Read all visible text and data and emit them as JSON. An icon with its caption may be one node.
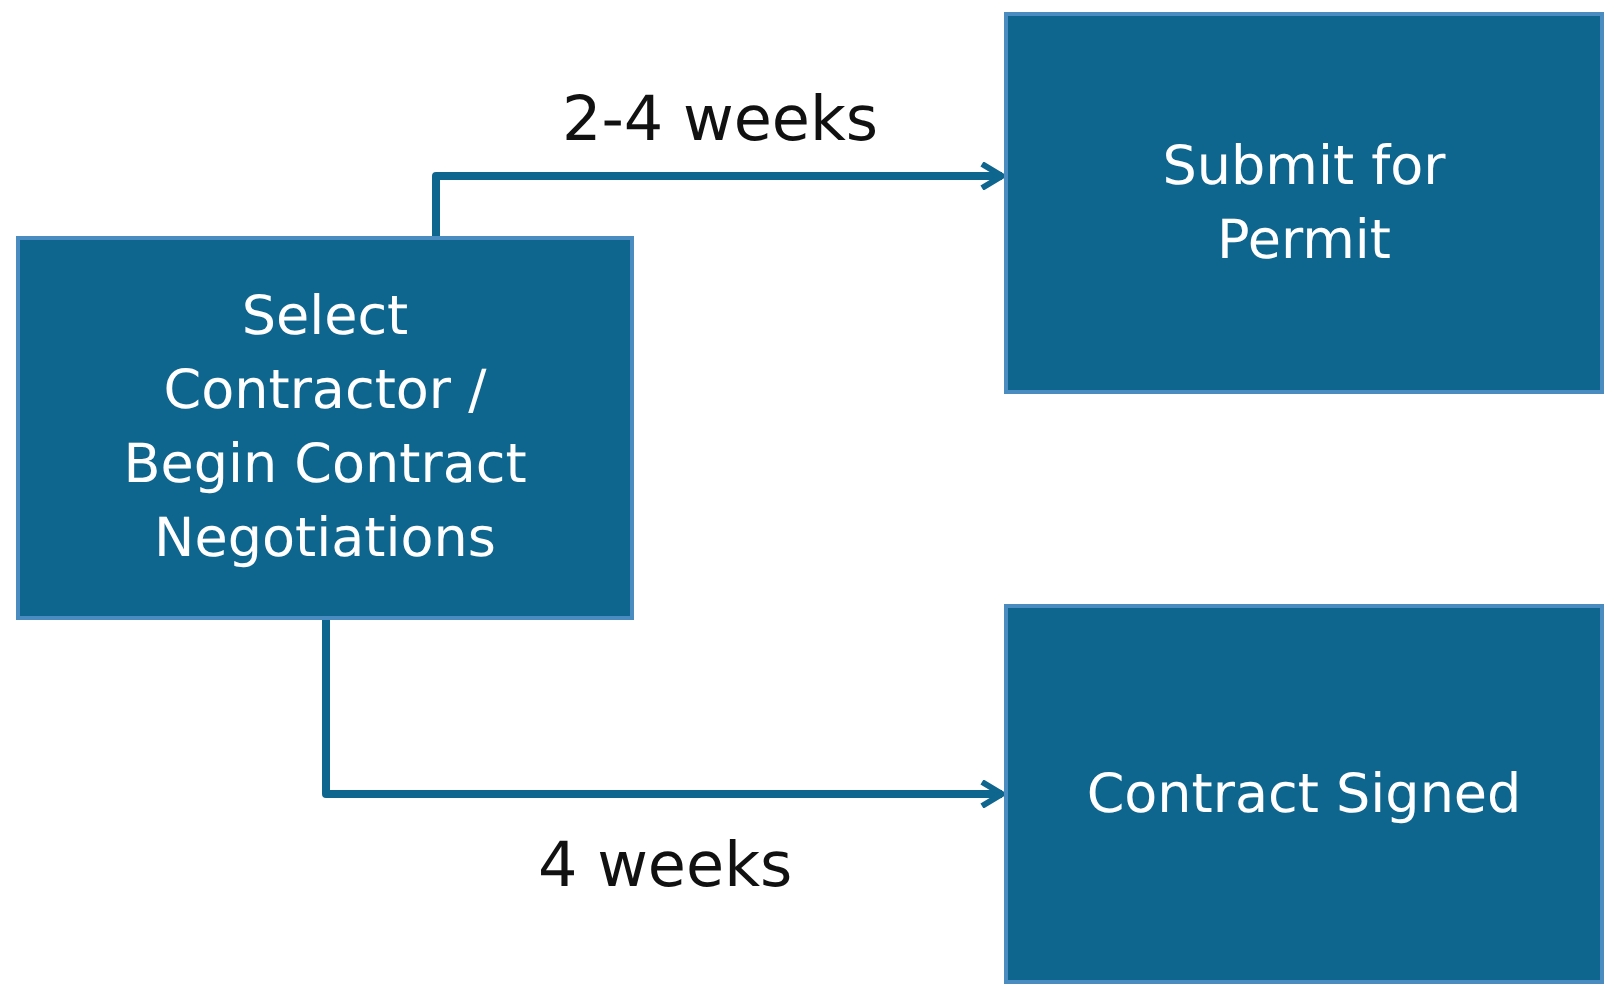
{
  "diagram": {
    "nodes": [
      {
        "text": [
          "Select Contractor / Begin Contract Negotiations"
        ]
      },
      {
        "text": [
          "Submit for Permit"
        ]
      },
      {
        "text": [
          "Contract Signed"
        ]
      }
    ],
    "edges": [
      {
        "from": 0,
        "to": 1,
        "arrow": "to",
        "label": "2-4 weeks"
      },
      {
        "from": 0,
        "to": 2,
        "arrow": "to",
        "label": "4 weeks"
      }
    ]
  }
}
